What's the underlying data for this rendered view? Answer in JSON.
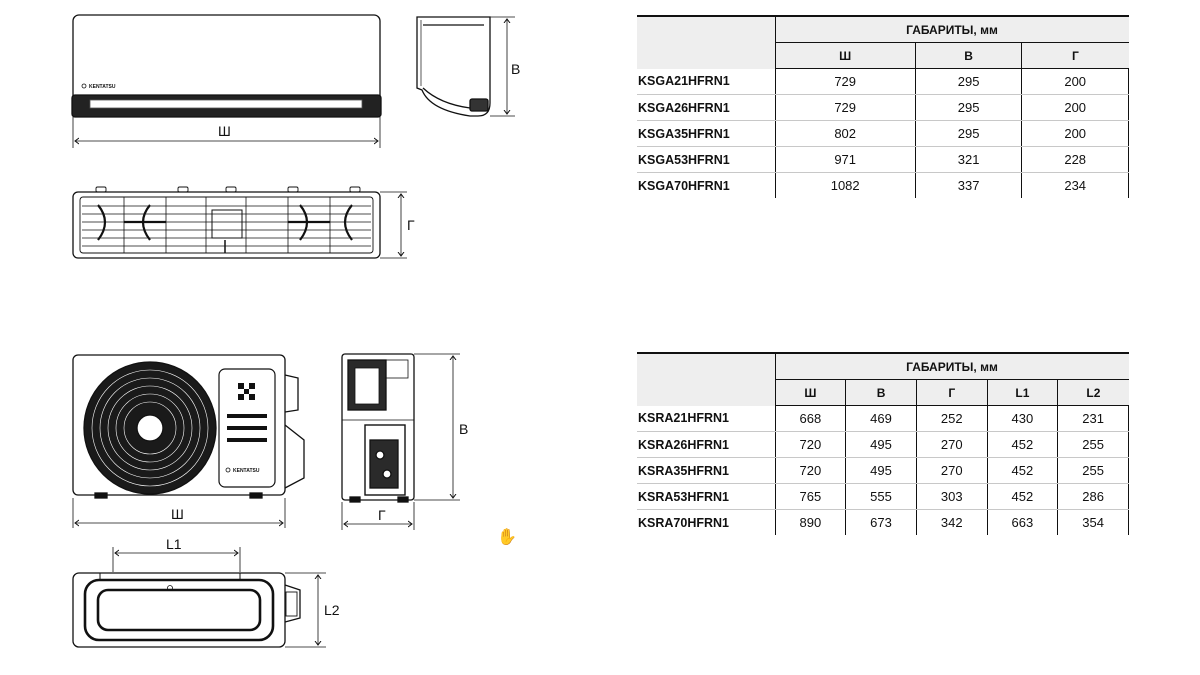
{
  "brand": "KENTATSU",
  "indoor": {
    "dim_labels": {
      "width": "Ш",
      "height": "В",
      "depth": "Г"
    },
    "table": {
      "group_header": "ГАБАРИТЫ, мм",
      "columns": [
        "Ш",
        "В",
        "Г"
      ],
      "rows": [
        {
          "model": "KSGA21HFRN1",
          "values": [
            "729",
            "295",
            "200"
          ]
        },
        {
          "model": "KSGA26HFRN1",
          "values": [
            "729",
            "295",
            "200"
          ]
        },
        {
          "model": "KSGA35HFRN1",
          "values": [
            "802",
            "295",
            "200"
          ]
        },
        {
          "model": "KSGA53HFRN1",
          "values": [
            "971",
            "321",
            "228"
          ]
        },
        {
          "model": "KSGA70HFRN1",
          "values": [
            "1082",
            "337",
            "234"
          ]
        }
      ]
    }
  },
  "outdoor": {
    "dim_labels": {
      "width": "Ш",
      "height": "В",
      "depth": "Г",
      "l1": "L1",
      "l2": "L2"
    },
    "table": {
      "group_header": "ГАБАРИТЫ, мм",
      "columns": [
        "Ш",
        "В",
        "Г",
        "L1",
        "L2"
      ],
      "rows": [
        {
          "model": "KSRA21HFRN1",
          "values": [
            "668",
            "469",
            "252",
            "430",
            "231"
          ]
        },
        {
          "model": "KSRA26HFRN1",
          "values": [
            "720",
            "495",
            "270",
            "452",
            "255"
          ]
        },
        {
          "model": "KSRA35HFRN1",
          "values": [
            "720",
            "495",
            "270",
            "452",
            "255"
          ]
        },
        {
          "model": "KSRA53HFRN1",
          "values": [
            "765",
            "555",
            "303",
            "452",
            "286"
          ]
        },
        {
          "model": "KSRA70HFRN1",
          "values": [
            "890",
            "673",
            "342",
            "663",
            "354"
          ]
        }
      ]
    }
  },
  "icons": {
    "cursor": "hand-pointer-icon"
  }
}
